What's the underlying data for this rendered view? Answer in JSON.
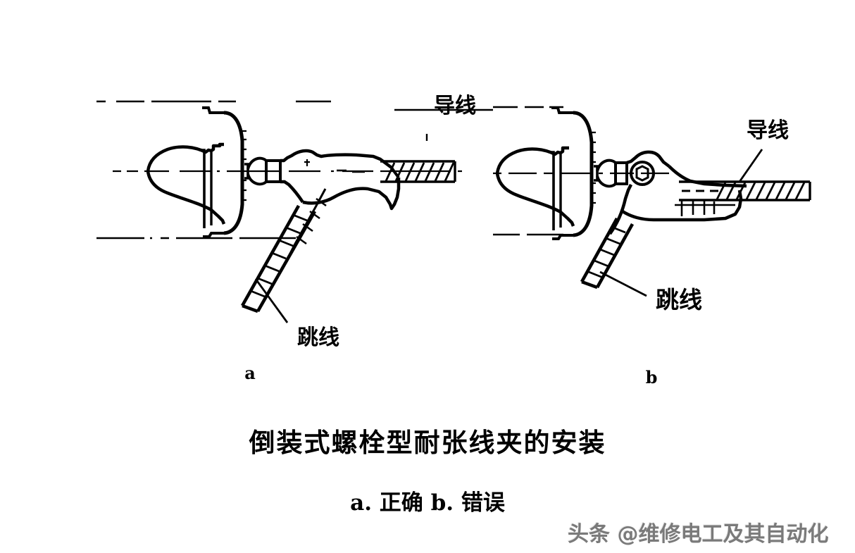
{
  "figure": {
    "title": "倒装式螺栓型耐张线夹的安装",
    "subtitle": "a. 正确   b. 错误",
    "panels": [
      {
        "id": "a",
        "panel_label": "a",
        "meaning": "正确",
        "labels": {
          "conductor": "导线",
          "jumper": "跳线"
        }
      },
      {
        "id": "b",
        "panel_label": "b",
        "meaning": "错误",
        "labels": {
          "conductor": "导线",
          "jumper": "跳线"
        }
      }
    ]
  },
  "watermark": {
    "text": "头条 @维修电工及其自动化"
  },
  "colors": {
    "ink": "#000000",
    "background": "#ffffff",
    "watermark": "#6f6f6f"
  }
}
